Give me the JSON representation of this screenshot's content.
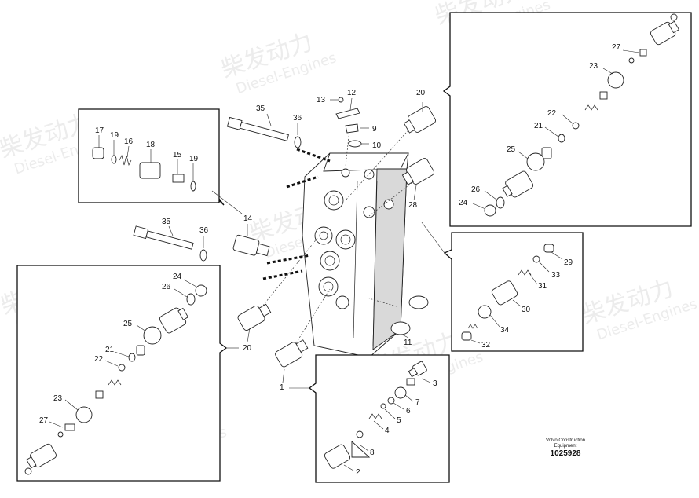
{
  "watermark": {
    "brand_cn": "柴发动力",
    "brand_en": "Diesel-Engines"
  },
  "footer": {
    "line1": "Volvo Construction",
    "line2": "Equipment",
    "drawing_number": "1025928"
  },
  "callouts": {
    "main": [
      "35",
      "36",
      "13",
      "12",
      "9",
      "10",
      "14",
      "35",
      "36",
      "20",
      "28",
      "11",
      "1",
      "20"
    ],
    "box_relief": [
      "17",
      "19",
      "16",
      "18",
      "15",
      "19"
    ],
    "box_top_right": [
      "27",
      "23",
      "22",
      "21",
      "25",
      "26",
      "24"
    ],
    "box_left": [
      "24",
      "26",
      "25",
      "21",
      "22",
      "23",
      "27"
    ],
    "box_right": [
      "29",
      "33",
      "31",
      "30",
      "34",
      "32"
    ],
    "box_bottom": [
      "3",
      "7",
      "6",
      "5",
      "4",
      "8",
      "2"
    ]
  }
}
